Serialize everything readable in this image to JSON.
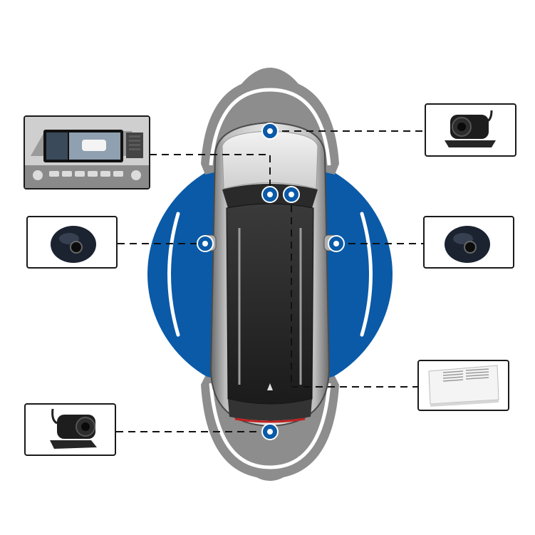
{
  "figure": {
    "colors": {
      "coverage_blue": "#0a5aa8",
      "coverage_gray": "#8d8d8d",
      "marker_blue": "#0a5aa8",
      "connector": "#111111",
      "box_border": "#1a1a1a"
    },
    "components": [
      {
        "id": "head-unit-display",
        "kind": "display"
      },
      {
        "id": "front-camera",
        "kind": "bracket-camera"
      },
      {
        "id": "left-camera",
        "kind": "dome-camera"
      },
      {
        "id": "right-camera",
        "kind": "dome-camera"
      },
      {
        "id": "control-box",
        "kind": "ecu-box"
      },
      {
        "id": "rear-camera",
        "kind": "bracket-camera"
      }
    ]
  }
}
